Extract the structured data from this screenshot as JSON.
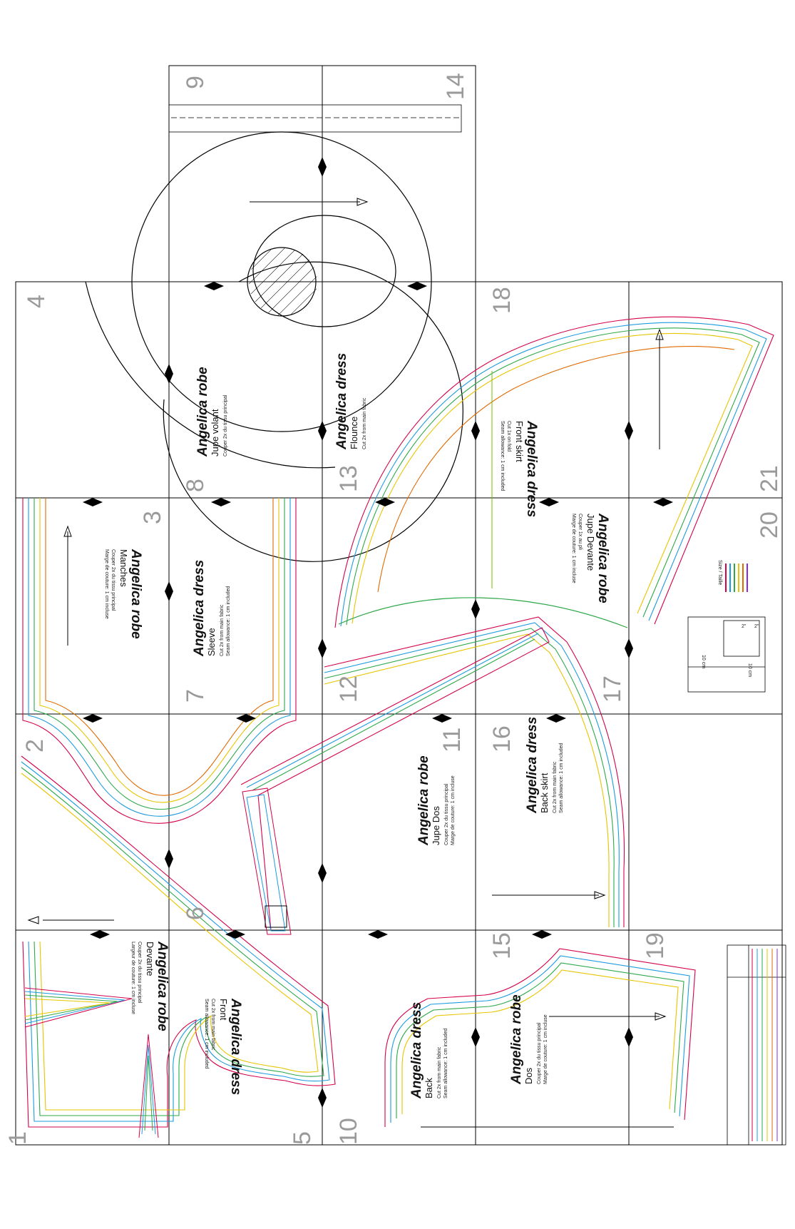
{
  "page_numbers": {
    "p1": "1",
    "p2": "2",
    "p3": "3",
    "p4": "4",
    "p5": "5",
    "p6": "6",
    "p7": "7",
    "p8": "8",
    "p9": "9",
    "p10": "10",
    "p11": "11",
    "p12": "12",
    "p13": "13",
    "p14": "14",
    "p15": "15",
    "p16": "16",
    "p17": "17",
    "p18": "18",
    "p19": "19",
    "p20": "20",
    "p21": "21"
  },
  "pieces": {
    "front_fr": {
      "title": "Angelica robe",
      "name": "Devante",
      "n1": "Couper 2x du tissu principal",
      "n2": "Largeur de couture: 1 cm incluse"
    },
    "front_en": {
      "title": "Angelica dress",
      "name": "Front",
      "n1": "Cut 2x from main fabric",
      "n2": "Seam allowance: 1 cm included"
    },
    "sleeve_en": {
      "title": "Angelica dress",
      "name": "Sleeve",
      "n1": "Cut 2x from main fabric",
      "n2": "Seam allowance: 1 cm included"
    },
    "sleeve_fr": {
      "title": "Angelica robe",
      "name": "Manches",
      "n1": "Couper 2x du tissu principal",
      "n2": "Marge de couture: 1 cm incluse"
    },
    "flounce_fr": {
      "title": "Angelica robe",
      "name": "Jupe volant",
      "n1": "Couper 2x du tissu principal"
    },
    "flounce_en": {
      "title": "Angelica dress",
      "name": "Flounce",
      "n1": "Cut 2x from main fabric"
    },
    "frontskirt_en": {
      "title": "Angelica dress",
      "name": "Front skirt",
      "n1": "Cut 1x on fold",
      "n2": "Seam allowance: 1 cm included"
    },
    "frontskirt_fr": {
      "title": "Angelica robe",
      "name": "Jupe Devante",
      "n1": "Couper 1x au pli",
      "n2": "Marge de couture: 1 cm incluse"
    },
    "backskirt_fr": {
      "title": "Angelica robe",
      "name": "Jupe Dos",
      "n1": "Couper 2x du tissu principal",
      "n2": "Marge de couture: 1 cm incluse"
    },
    "backskirt_en": {
      "title": "Angelica dress",
      "name": "Back skirt",
      "n1": "Cut 2x from main fabric",
      "n2": "Seam allowance: 1 cm included"
    },
    "back_en": {
      "title": "Angelica dress",
      "name": "Back",
      "n1": "Cut 2x from main fabric",
      "n2": "Seam allowance: 1 cm included"
    },
    "back_fr": {
      "title": "Angelica robe",
      "name": "Dos",
      "n1": "Couper 2x du tissu principal",
      "n2": "Marge de couture: 1 cm incluse"
    }
  },
  "test_square": {
    "w": "10 cm",
    "h": "10 cm",
    "s1": "2\"",
    "s2": "2\""
  },
  "legend_title": "Size / Taille",
  "size_colors": [
    "#d4004a",
    "#1d9be0",
    "#2ea84a",
    "#e8c400",
    "#e06a00",
    "#8a2be2"
  ],
  "outline_color": "#000000"
}
